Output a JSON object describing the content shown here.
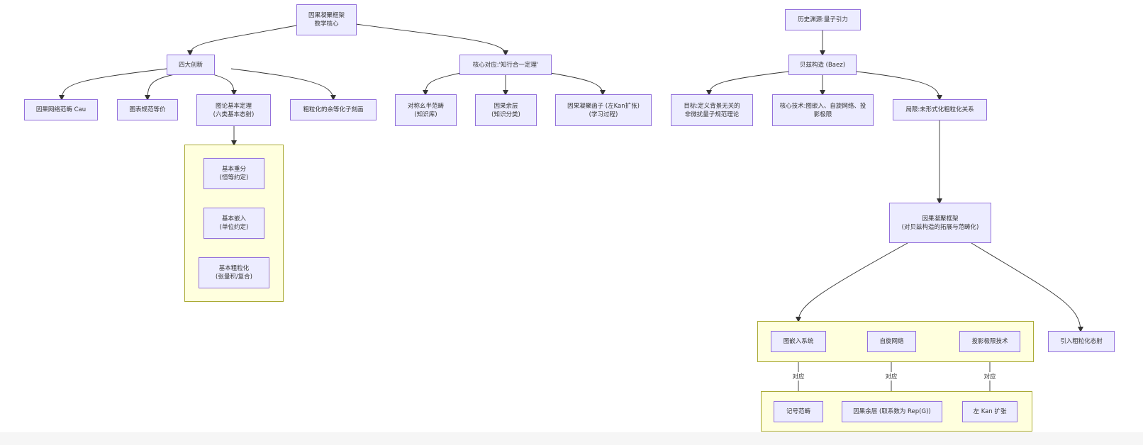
{
  "nodes": {
    "root": "因果凝聚框架\n数学核心",
    "four": "四大创新",
    "core": "核心对应:'知行合一定理'",
    "cau": "因果网络范畴 Cau",
    "graph_eq": "图表规范等价",
    "graph_thm": "图论基本定理\n(六类基本态射)",
    "coarse_iso": "粗粒化的余等化子刻画",
    "sym": "对称幺半范畴\n(知识库)",
    "yu": "因果余层\n(知识分类)",
    "functor": "因果凝聚函子 (左Kan扩张)\n(学习过程)",
    "basic_rewrite": "基本重分\n(恒等约定)",
    "basic_embed": "基本嵌入\n(单位约定)",
    "basic_coarse": "基本粗粒化\n(张量积/复合)",
    "history": "历史渊源:量子引力",
    "baez": "贝兹构造 (Baez)",
    "goal": "目标:定义背景无关的\n非微扰量子规范理论",
    "tech": "核心技术:图嵌入、自旋网络、投\n影极限",
    "limit": "局限:未形式化粗粒化关系",
    "causal2": "因果凝聚框架\n(对贝兹构造的拓展与范畴化)",
    "embed_sys": "图嵌入系统",
    "spin": "自旋网络",
    "proj": "投影极限技术",
    "intro": "引入粗粒化态射",
    "sign": "记号范畴",
    "yu2": "因果余层 (取系数为 Rep(G))",
    "kan": "左 Kan 扩张"
  },
  "edge_labels": {
    "corr": "对应"
  }
}
